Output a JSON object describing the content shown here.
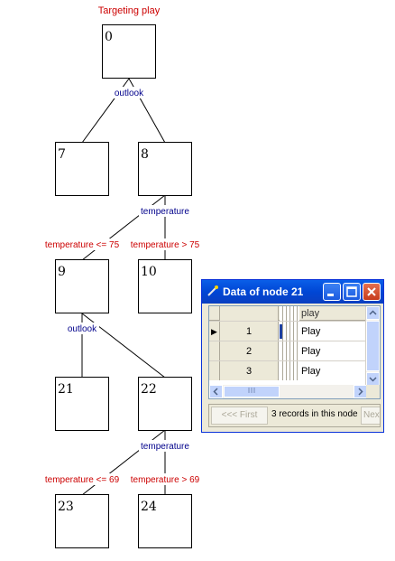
{
  "tree": {
    "title": "Targeting play",
    "nodes": [
      {
        "id": "0"
      },
      {
        "id": "7"
      },
      {
        "id": "8"
      },
      {
        "id": "9"
      },
      {
        "id": "10"
      },
      {
        "id": "21"
      },
      {
        "id": "22"
      },
      {
        "id": "23"
      },
      {
        "id": "24"
      }
    ],
    "splits": [
      "outlook",
      "temperature",
      "outlook",
      "temperature"
    ],
    "branches": [
      "temperature <= 75",
      "temperature > 75",
      "temperature <= 69",
      "temperature > 69"
    ]
  },
  "dialog": {
    "title": "Data of node 21",
    "column_header": "play",
    "rows": [
      {
        "num": "1",
        "value": "Play"
      },
      {
        "num": "2",
        "value": "Play"
      },
      {
        "num": "3",
        "value": "Play"
      }
    ],
    "current_row_marker": "▶",
    "nav_first": "<<< First",
    "nav_info": "3 records in this node",
    "nav_next": "Next >"
  }
}
